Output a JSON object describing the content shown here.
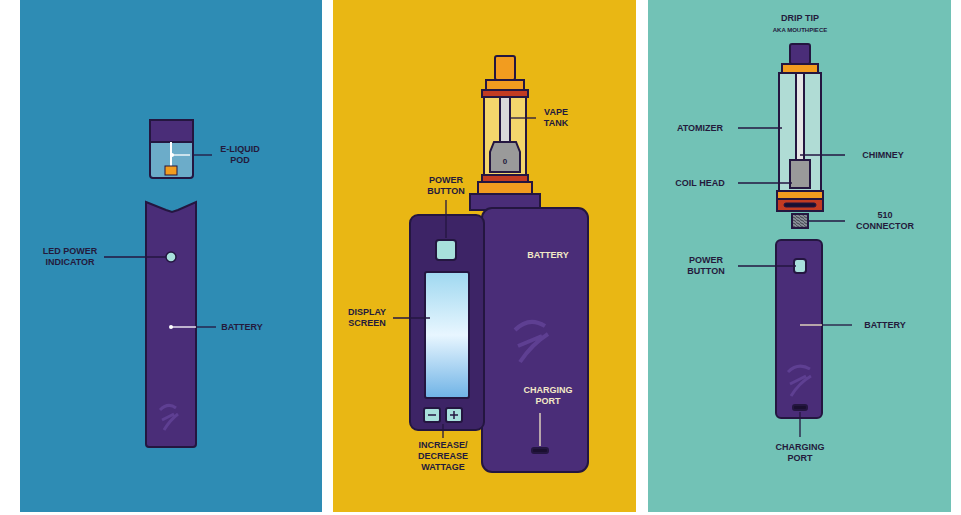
{
  "diagram": {
    "labels": [
      "E-LIQUID POD",
      "LED POWER INDICATOR",
      "BATTERY",
      "VAPE TANK",
      "0",
      "POWER BUTTON",
      "BATTERY",
      "DISPLAY SCREEN",
      "CHARGING PORT",
      "INCREASE/ DECREASE WATTAGE",
      "DRIP TIP",
      "AKA MOUTHPIECE",
      "ATOMIZER",
      "CHIMNEY",
      "COIL HEAD",
      "510 CONNECTOR",
      "POWER BUTTON",
      "BATTERY",
      "CHARGING PORT"
    ]
  }
}
